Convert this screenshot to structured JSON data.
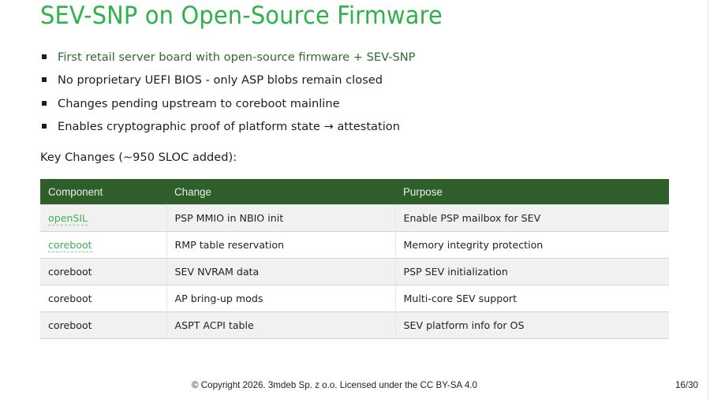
{
  "slide": {
    "title": "SEV-SNP on Open-Source Firmware",
    "accent_color": "#2fb24c",
    "bullets": [
      {
        "text": "First retail server board with open-source firmware + SEV-SNP",
        "highlight": true
      },
      {
        "text": "No proprietary UEFI BIOS - only ASP blobs remain closed",
        "highlight": false
      },
      {
        "text": "Changes pending upstream to coreboot mainline",
        "highlight": false
      },
      {
        "text": "Enables cryptographic proof of platform state → attestation",
        "highlight": false
      }
    ],
    "subheading": "Key Changes (~950 SLOC added):",
    "table": {
      "header_color": "#2f5e2b",
      "columns": [
        "Component",
        "Change",
        "Purpose"
      ],
      "rows": [
        {
          "component": "openSIL",
          "component_is_link": true,
          "change": "PSP MMIO in NBIO init",
          "purpose": "Enable PSP mailbox for SEV"
        },
        {
          "component": "coreboot",
          "component_is_link": true,
          "change": "RMP table reservation",
          "purpose": "Memory integrity protection"
        },
        {
          "component": "coreboot",
          "component_is_link": false,
          "change": "SEV NVRAM data",
          "purpose": "PSP SEV initialization"
        },
        {
          "component": "coreboot",
          "component_is_link": false,
          "change": "AP bring-up mods",
          "purpose": "Multi-core SEV support"
        },
        {
          "component": "coreboot",
          "component_is_link": false,
          "change": "ASPT ACPI table",
          "purpose": "SEV platform info for OS"
        }
      ]
    },
    "footer": {
      "copyright": "© Copyright 2026. 3mdeb Sp. z o.o. Licensed under the CC BY-SA 4.0",
      "page": "16/30"
    }
  }
}
